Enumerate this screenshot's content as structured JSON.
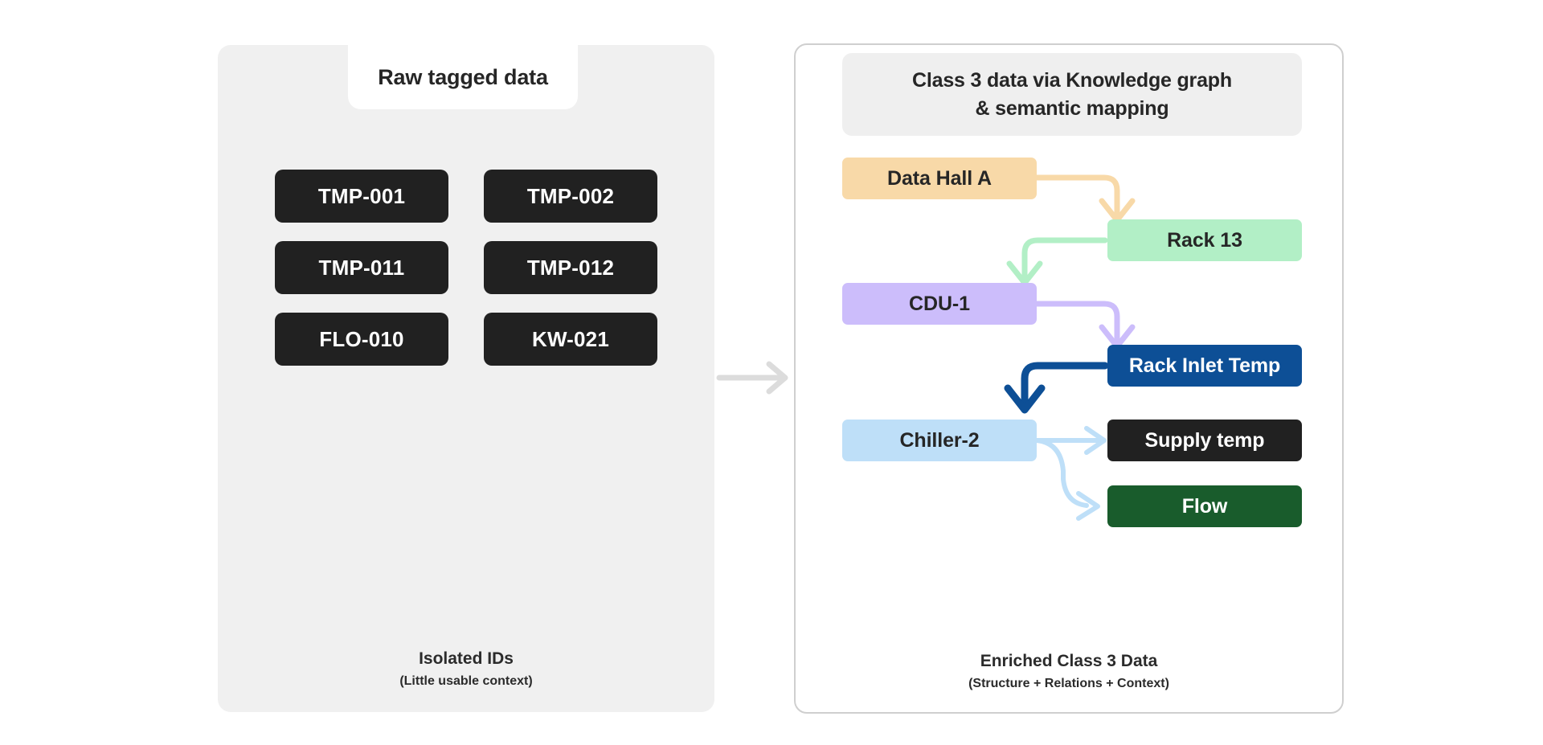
{
  "left": {
    "title": "Raw tagged data",
    "tags": [
      "TMP-001",
      "TMP-002",
      "TMP-011",
      "TMP-012",
      "FLO-010",
      "KW-021"
    ],
    "caption_main": "Isolated IDs",
    "caption_sub": "(Little usable context)"
  },
  "transition": {
    "icon": "arrow-right-icon",
    "color": "#dcdcdc"
  },
  "right": {
    "title_line1": "Class 3 data via Knowledge graph",
    "title_line2": "& semantic mapping",
    "caption_main": "Enriched Class 3 Data",
    "caption_sub": "(Structure + Relations + Context)",
    "nodes": [
      {
        "id": "data-hall-a",
        "label": "Data Hall A",
        "fill": "#f8d9a8",
        "text": "#262626"
      },
      {
        "id": "rack-13",
        "label": "Rack 13",
        "fill": "#b2efc6",
        "text": "#262626"
      },
      {
        "id": "cdu-1",
        "label": "CDU-1",
        "fill": "#ccbdfb",
        "text": "#262626"
      },
      {
        "id": "rack-inlet-temp",
        "label": "Rack Inlet Temp",
        "fill": "#0d4f96",
        "text": "#ffffff"
      },
      {
        "id": "chiller-2",
        "label": "Chiller-2",
        "fill": "#bedff8",
        "text": "#262626"
      },
      {
        "id": "supply-temp",
        "label": "Supply temp",
        "fill": "#212121",
        "text": "#ffffff"
      },
      {
        "id": "flow",
        "label": "Flow",
        "fill": "#195c2c",
        "text": "#ffffff"
      }
    ],
    "edges": [
      {
        "from": "data-hall-a",
        "to": "rack-13",
        "color": "#f8d9a8"
      },
      {
        "from": "rack-13",
        "to": "cdu-1",
        "color": "#b2efc6"
      },
      {
        "from": "cdu-1",
        "to": "rack-inlet-temp",
        "color": "#ccbdfb"
      },
      {
        "from": "rack-inlet-temp",
        "to": "chiller-2",
        "color": "#0d4f96"
      },
      {
        "from": "chiller-2",
        "to": "supply-temp",
        "color": "#bedff8"
      },
      {
        "from": "chiller-2",
        "to": "flow",
        "color": "#bedff8"
      }
    ]
  }
}
